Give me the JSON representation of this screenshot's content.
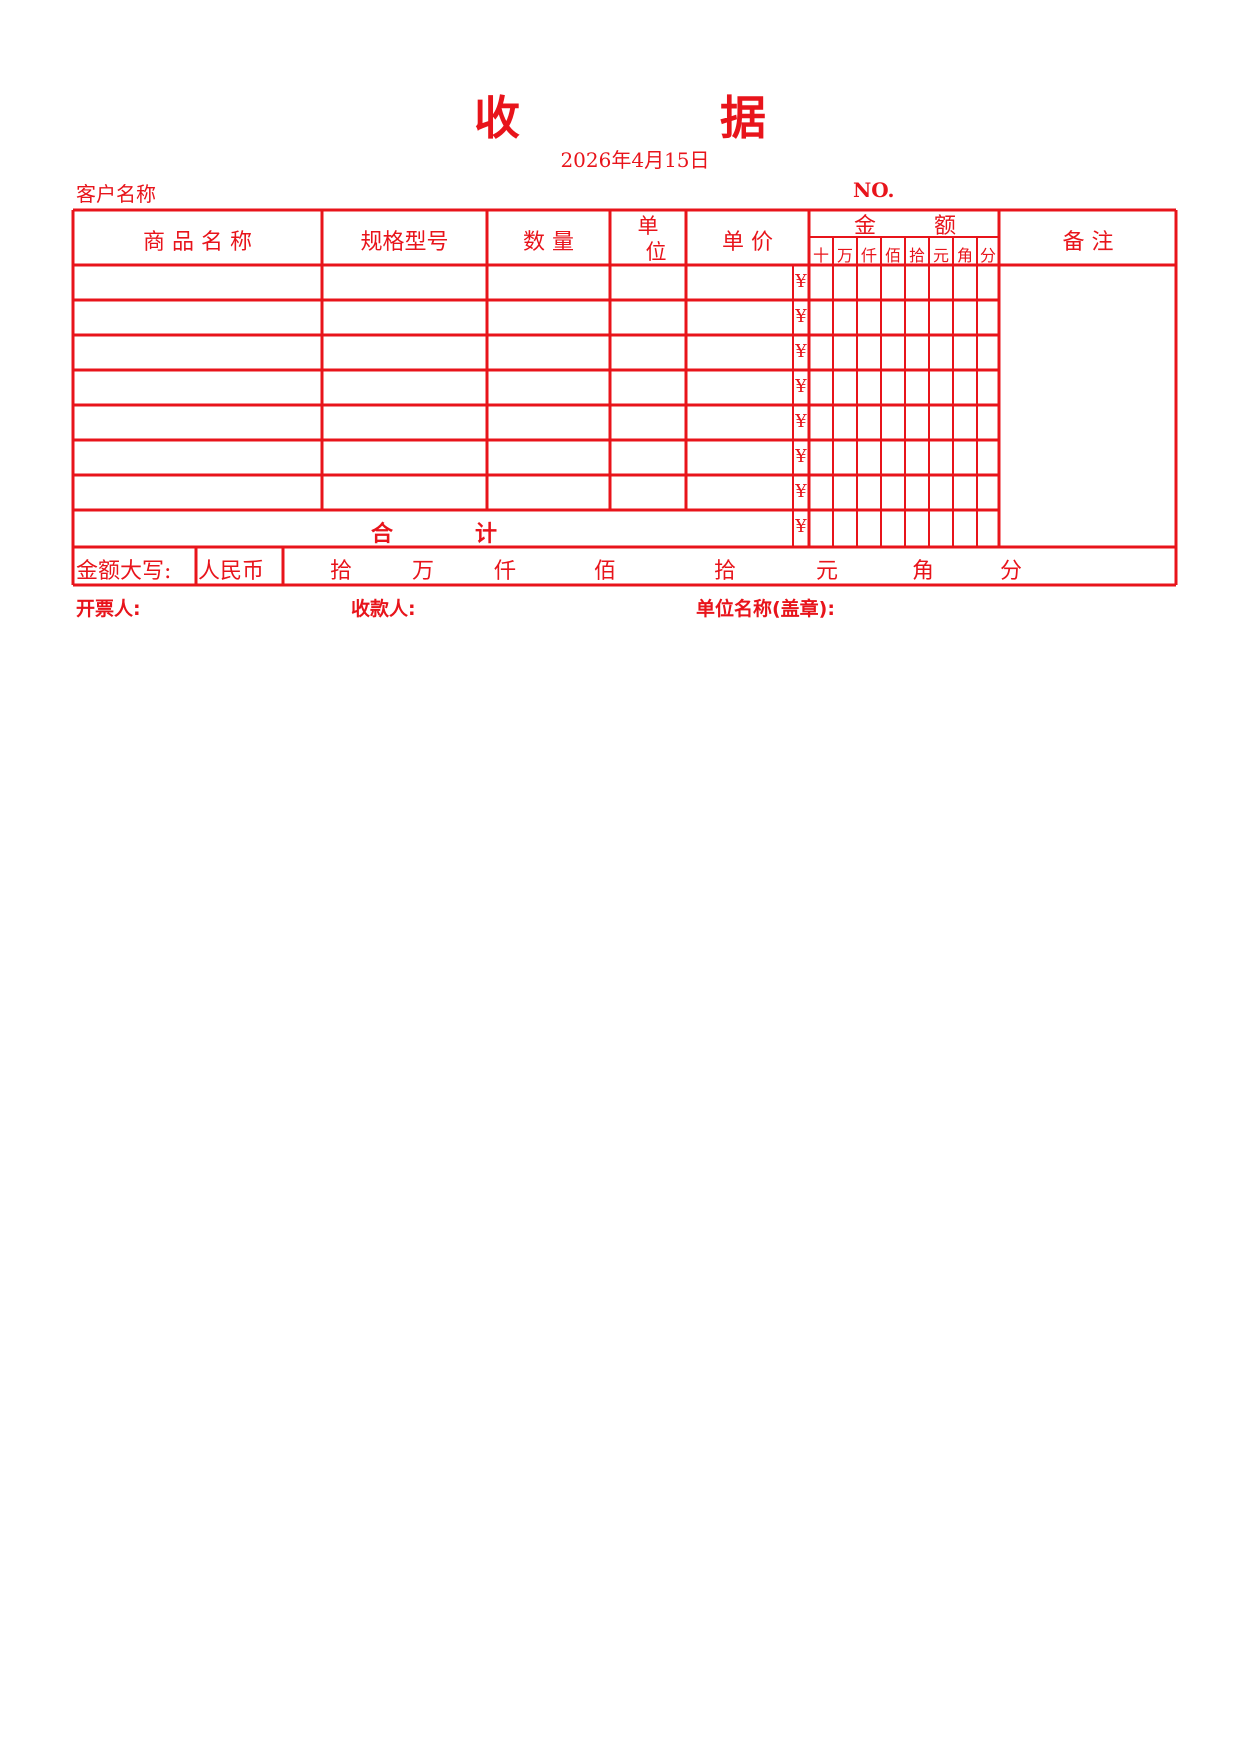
{
  "receipt": {
    "title_left": "收",
    "title_right": "据",
    "date": "2026年4月15日",
    "customer_label": "客户名称",
    "no_label": "NO.",
    "colors": {
      "ink": "#e8141b",
      "background": "#ffffff"
    }
  },
  "table": {
    "headers": {
      "product": "商 品 名 称",
      "spec": "规格型号",
      "qty": "数 量",
      "unit_top": "单",
      "unit_bottom": "位",
      "price": "单 价",
      "amount_left": "金",
      "amount_right": "额",
      "note": "备 注"
    },
    "digits": [
      "十",
      "万",
      "仟",
      "佰",
      "拾",
      "元",
      "角",
      "分"
    ],
    "currency_symbol": "¥",
    "item_rows": 7,
    "total_left": "合",
    "total_right": "计"
  },
  "amount_words": {
    "label": "金额大写:",
    "currency": "人民币",
    "units": [
      "拾",
      "万",
      "仟",
      "佰",
      "拾",
      "元",
      "角",
      "分"
    ]
  },
  "footer": {
    "issuer_label": "开票人:",
    "payee_label": "收款人:",
    "company_label": "单位名称(盖章):"
  }
}
